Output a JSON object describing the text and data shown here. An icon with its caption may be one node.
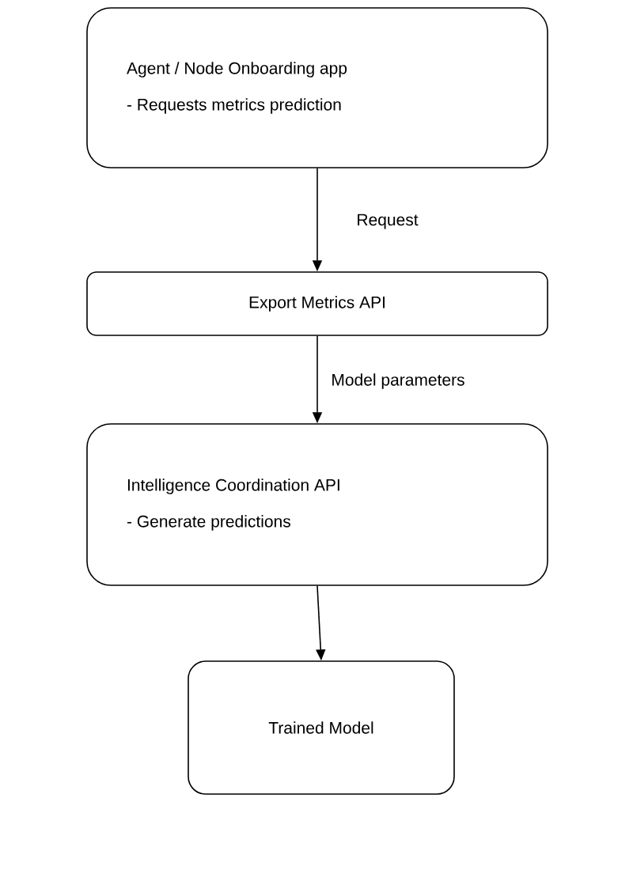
{
  "diagram": {
    "nodes": [
      {
        "text": [
          "Agent / Node Onboarding app",
          "- Requests metrics prediction"
        ]
      },
      {
        "text": [
          "Export Metrics API"
        ]
      },
      {
        "text": [
          "Intelligence Coordination API",
          "- Generate predictions"
        ]
      },
      {
        "text": [
          "Trained Model"
        ]
      }
    ],
    "edges": [
      {
        "from": 0,
        "to": 1,
        "arrow": "to",
        "label": "Request"
      },
      {
        "from": 1,
        "to": 2,
        "arrow": "to",
        "label": "Model parameters"
      },
      {
        "from": 2,
        "to": 3,
        "arrow": "to"
      }
    ]
  }
}
